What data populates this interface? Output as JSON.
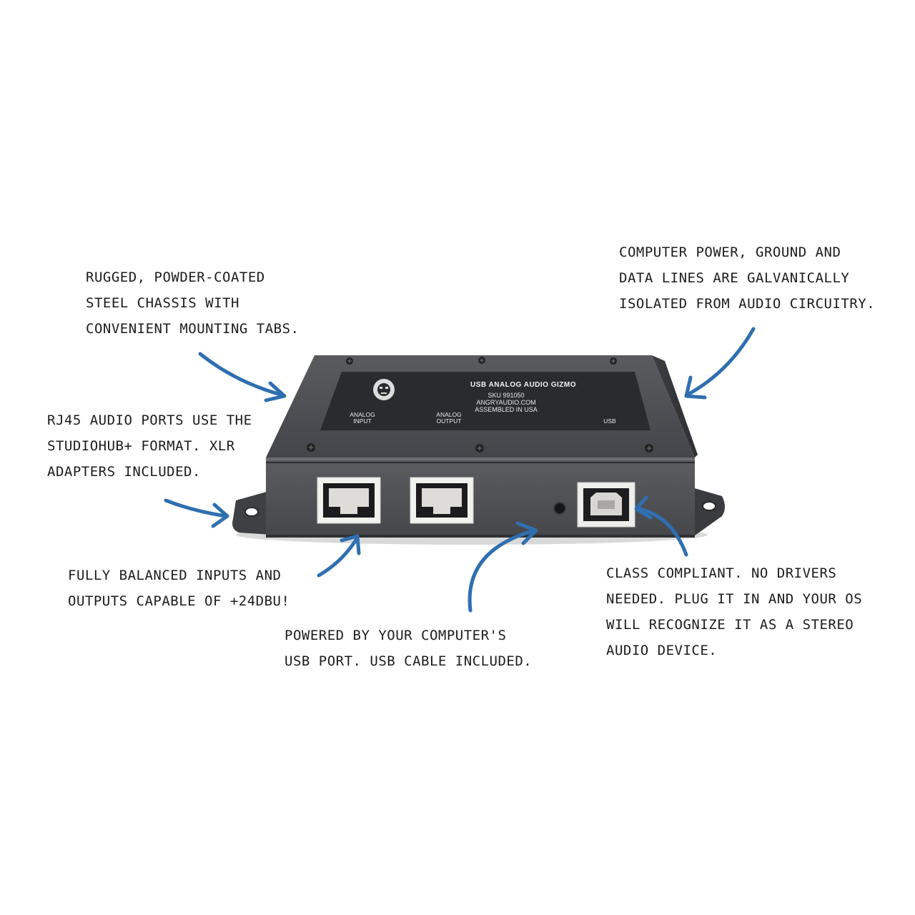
{
  "device": {
    "title": "USB ANALOG AUDIO GIZMO",
    "sku": "SKU  991050",
    "website": "ANGRYAUDIO.COM",
    "assembled": "ASSEMBLED IN USA",
    "port_labels": {
      "input_line1": "ANALOG",
      "input_line2": "INPUT",
      "output_line1": "ANALOG",
      "output_line2": "OUTPUT",
      "usb": "USB"
    },
    "colors": {
      "chassis": "#4a4b4e",
      "front_panel": "#545559",
      "label_plate": "#2a2b2e",
      "arrow": "#2f6fb0"
    }
  },
  "callouts": {
    "chassis": [
      "RUGGED, POWDER-COATED",
      "STEEL CHASSIS WITH",
      "CONVENIENT MOUNTING TABS."
    ],
    "isolation": [
      "COMPUTER POWER, GROUND AND",
      "DATA LINES ARE GALVANICALLY",
      "ISOLATED FROM AUDIO CIRCUITRY."
    ],
    "rj45": [
      "RJ45 AUDIO PORTS USE THE",
      "STUDIOHUB+ FORMAT. XLR",
      "ADAPTERS INCLUDED."
    ],
    "balanced": [
      "FULLY BALANCED INPUTS AND",
      "OUTPUTS CAPABLE OF +24DBU!"
    ],
    "power": [
      "POWERED BY YOUR COMPUTER'S",
      "USB PORT. USB CABLE INCLUDED."
    ],
    "class_compliant": [
      "CLASS  COMPLIANT. NO DRIVERS",
      "NEEDED. PLUG IT IN AND YOUR OS",
      "WILL RECOGNIZE IT AS A STEREO",
      "AUDIO DEVICE."
    ]
  }
}
